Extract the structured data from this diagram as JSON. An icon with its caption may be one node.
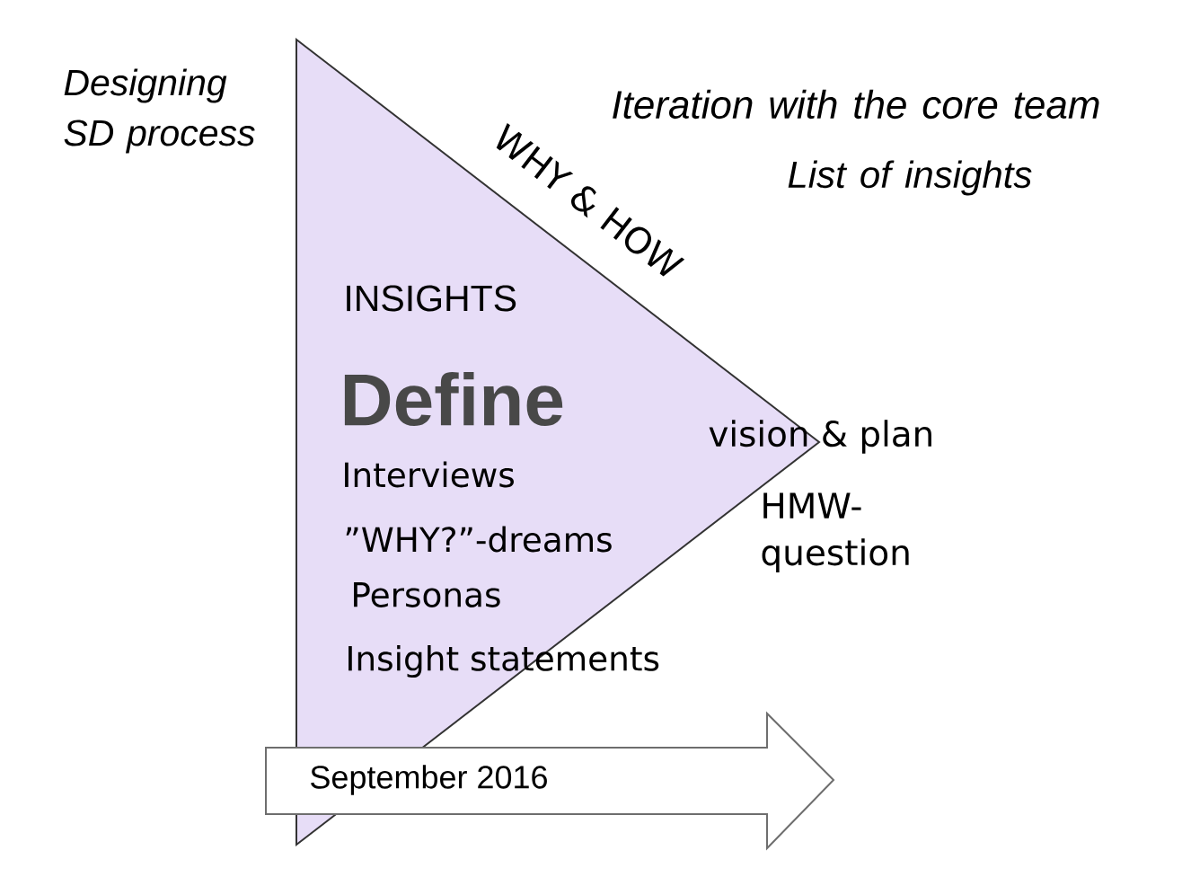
{
  "diagram": {
    "nodes": [
      {
        "text": [
          "INSIGHTS",
          "Define",
          "Interviews",
          "”WHY?”-dreams",
          "Personas",
          "Insight statements"
        ],
        "beside": [
          "WHY & HOW"
        ]
      },
      {
        "text": [
          "September 2016"
        ]
      }
    ],
    "labels": [
      "Designing SD process",
      "Iteration with the core team",
      "List of insights",
      "vision & plan",
      "HMW- question"
    ]
  }
}
